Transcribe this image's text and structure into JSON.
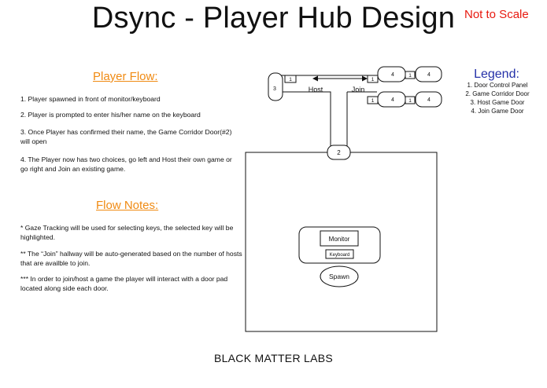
{
  "title": "Dsync - Player Hub Design",
  "not_to_scale": "Not to Scale",
  "player_flow": {
    "heading": "Player Flow:",
    "steps": [
      "1. Player spawned in front of monitor/keyboard",
      "2. Player is prompted to enter his/her name on the keyboard",
      "3. Once Player has confirmed their name, the Game Corridor Door(#2) will open",
      "4. The Player now has two choices, go left and Host their own game or go right and Join an existing game."
    ]
  },
  "flow_notes": {
    "heading": "Flow Notes:",
    "notes": [
      "* Gaze Tracking will be used for selecting keys, the selected key will be highlighted.",
      "** The “Join” hallway will be auto-generated based on the number of hosts that are availble to join.",
      "*** In order to join/host a game the player will interact with a door pad located along side each door."
    ]
  },
  "legend": {
    "title": "Legend:",
    "items": [
      "1. Door Control Panel",
      "2. Game Corridor Door",
      "3. Host Game Door",
      "4. Join Game Door"
    ]
  },
  "map": {
    "host_label": "Host",
    "join_label": "Join",
    "door_control_panel": "1",
    "game_corridor_door": "2",
    "host_game_door": "3",
    "join_game_door": "4",
    "monitor": "Monitor",
    "keyboard": "Keyboard",
    "spawn": "Spawn"
  },
  "footer": "BLACK MATTER LABS"
}
